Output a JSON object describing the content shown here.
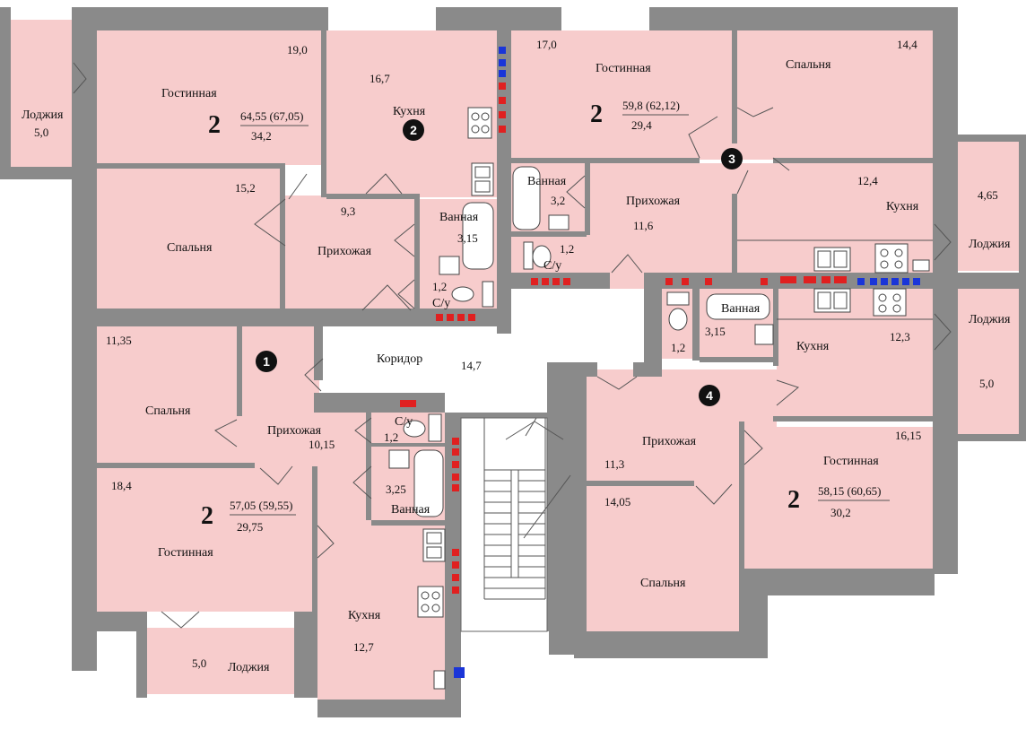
{
  "colors": {
    "room_fill": "#f7cccc",
    "wall": "#8a8a8a",
    "marker_red": "#e02020",
    "marker_blue": "#1a35d8",
    "circle": "#111111"
  },
  "apartments": [
    {
      "number": "1",
      "rooms_count": "2",
      "total": "57,05 (59,55)",
      "living": "29,75",
      "rooms": [
        {
          "name": "Спальня",
          "area": "11,35"
        },
        {
          "name": "Прихожая",
          "area": "10,15"
        },
        {
          "name": "Гостинная",
          "area": "18,4"
        },
        {
          "name": "Лоджия",
          "area": "5,0"
        },
        {
          "name": "Кухня",
          "area": "12,7"
        },
        {
          "name": "Ванная",
          "area": "3,25"
        },
        {
          "name": "С/у",
          "area": "1,2"
        }
      ]
    },
    {
      "number": "2",
      "rooms_count": "2",
      "total": "64,55 (67,05)",
      "living": "34,2",
      "rooms": [
        {
          "name": "Гостинная",
          "area": "19,0"
        },
        {
          "name": "Лоджия",
          "area": "5,0"
        },
        {
          "name": "Кухня",
          "area": "16,7"
        },
        {
          "name": "Спальня",
          "area": "15,2"
        },
        {
          "name": "Прихожая",
          "area": "9,3"
        },
        {
          "name": "Ванная",
          "area": "3,15"
        },
        {
          "name": "С/у",
          "area": "1,2"
        }
      ]
    },
    {
      "number": "3",
      "rooms_count": "2",
      "total": "59,8 (62,12)",
      "living": "29,4",
      "rooms": [
        {
          "name": "Гостинная",
          "area": "17,0"
        },
        {
          "name": "Спальня",
          "area": "14,4"
        },
        {
          "name": "Ванная",
          "area": "3,2"
        },
        {
          "name": "Прихожая",
          "area": "11,6"
        },
        {
          "name": "С/у",
          "area": "1,2"
        },
        {
          "name": "Кухня",
          "area": "12,4"
        },
        {
          "name": "Лоджия",
          "area": "4,65"
        }
      ]
    },
    {
      "number": "4",
      "rooms_count": "2",
      "total": "58,15 (60,65)",
      "living": "30,2",
      "rooms": [
        {
          "name": "Ванная",
          "area": "3,15"
        },
        {
          "name": "С/у",
          "area": "1,2"
        },
        {
          "name": "Кухня",
          "area": "12,3"
        },
        {
          "name": "Лоджия",
          "area": "5,0"
        },
        {
          "name": "Прихожая",
          "area": "11,3"
        },
        {
          "name": "Гостинная",
          "area": "16,15"
        },
        {
          "name": "Спальня",
          "area": "14,05"
        }
      ]
    }
  ],
  "corridor": {
    "name": "Коридор",
    "area": "14,7"
  }
}
